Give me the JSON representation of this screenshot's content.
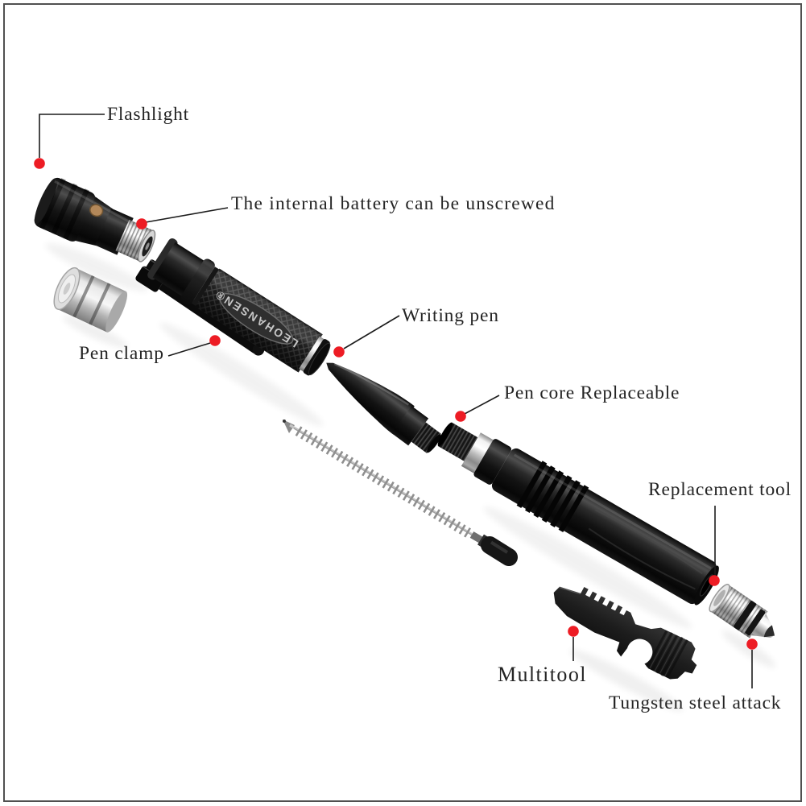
{
  "page": {
    "background": "#ffffff",
    "frame_color": "#505050"
  },
  "colors": {
    "dot": "#ed1c24",
    "leader_line": "#1c1c1c",
    "label_text": "#242424"
  },
  "product": {
    "name": "tactical-pen-exploded-view",
    "brand_label": "LEOHANSEN®",
    "parts": [
      "flashlight",
      "battery-stack",
      "pen-clamp-barrel",
      "writing-pen-cone",
      "pen-refill-spring",
      "main-barrel",
      "multitool",
      "tungsten-steel-tip"
    ]
  },
  "annotations": {
    "flashlight": {
      "label": "Flashlight"
    },
    "battery": {
      "label": "The internal battery can be unscrewed"
    },
    "writing_pen": {
      "label": "Writing pen"
    },
    "pen_clamp": {
      "label": "Pen clamp"
    },
    "pen_core": {
      "label": "Pen core Replaceable"
    },
    "replacement_tool": {
      "label": "Replacement tool"
    },
    "multitool": {
      "label": "Multitool"
    },
    "tungsten": {
      "label": "Tungsten steel attack"
    }
  }
}
